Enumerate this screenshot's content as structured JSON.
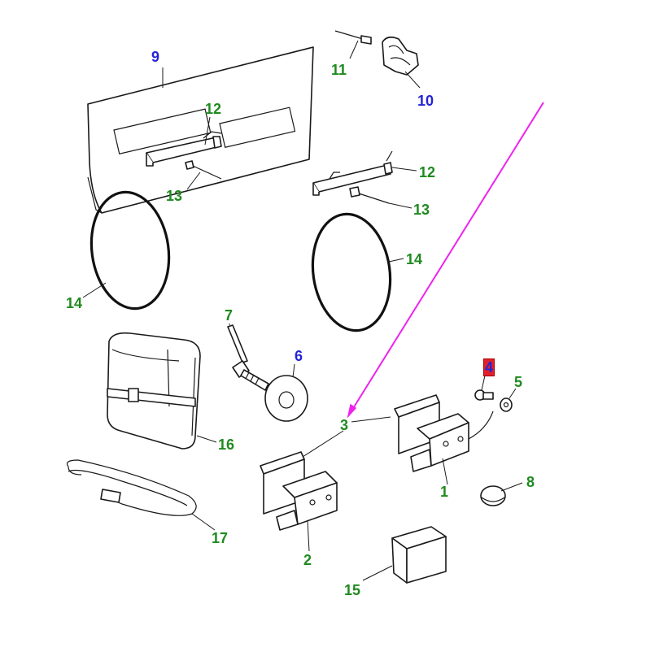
{
  "callouts": {
    "c1": "1",
    "c2": "2",
    "c3": "3",
    "c4": "4",
    "c5": "5",
    "c6": "6",
    "c7": "7",
    "c8": "8",
    "c9": "9",
    "c10": "10",
    "c11": "11",
    "c12a": "12",
    "c12b": "12",
    "c13a": "13",
    "c13b": "13",
    "c14a": "14",
    "c14b": "14",
    "c15": "15",
    "c16": "16",
    "c17": "17"
  },
  "colors": {
    "callout_green": "#1f8a1f",
    "callout_blue": "#2424d8",
    "highlight_box": "#e0202a",
    "pointer_arrow": "#ee22ee",
    "line_art": "#1a1a1a"
  },
  "highlighted_callout": "4"
}
